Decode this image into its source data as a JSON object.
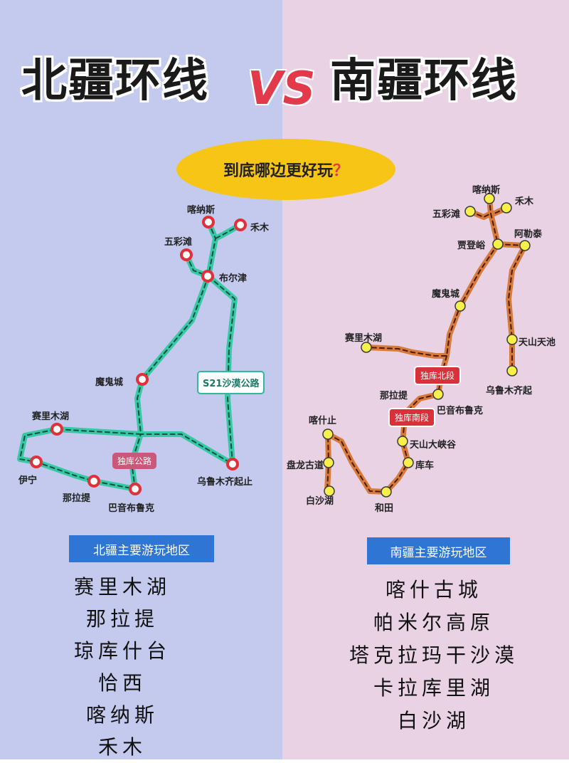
{
  "header": {
    "title_left": "北疆环线",
    "vs": "VS",
    "title_right": "南疆环线",
    "question": "到底哪边更好玩",
    "question_mark": "？"
  },
  "north_map": {
    "route_color": "#33cfa9",
    "stops": [
      "喀纳斯",
      "禾木",
      "五彩滩",
      "布尔津",
      "魔鬼城",
      "赛里木湖",
      "伊宁",
      "那拉提",
      "巴音布鲁克",
      "乌鲁木齐起止"
    ],
    "road_labels": [
      "S21沙漠公路",
      "独库公路"
    ]
  },
  "south_map": {
    "route_color": "#d97a3a",
    "stops": [
      "喀纳斯",
      "禾木",
      "五彩滩",
      "贾登峪",
      "阿勒泰",
      "魔鬼城",
      "天山天池",
      "赛里木湖",
      "乌鲁木齐起",
      "那拉提",
      "巴音布鲁克",
      "喀什止",
      "天山大峡谷",
      "盘龙古道",
      "库车",
      "白沙湖",
      "和田"
    ],
    "road_labels": [
      "独库北段",
      "独库南段"
    ]
  },
  "north_list": {
    "heading": "北疆主要游玩地区",
    "items": [
      "赛里木湖",
      "那拉提",
      "琼库什台",
      "恰西",
      "喀纳斯",
      "禾木"
    ]
  },
  "south_list": {
    "heading": "南疆主要游玩地区",
    "items": [
      "喀什古城",
      "帕米尔高原",
      "塔克拉玛干沙漠",
      "卡拉库里湖",
      "白沙湖"
    ]
  }
}
